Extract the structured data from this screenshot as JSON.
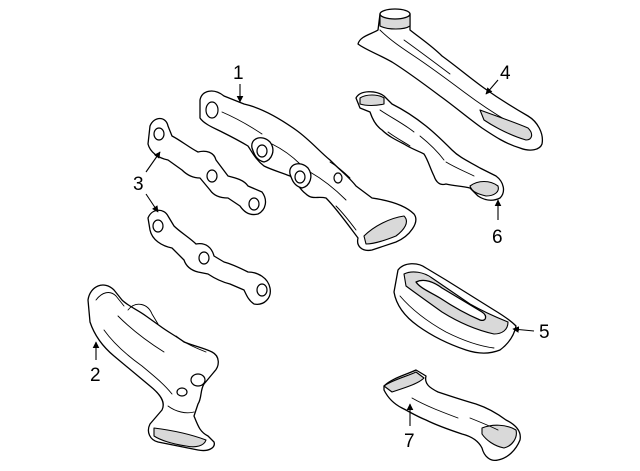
{
  "callouts": {
    "c1": "1",
    "c2": "2",
    "c3": "3",
    "c4": "4",
    "c5": "5",
    "c6": "6",
    "c7": "7"
  },
  "colors": {
    "line": "#000000",
    "shading": "#d9d9d9",
    "background": "#ffffff"
  }
}
